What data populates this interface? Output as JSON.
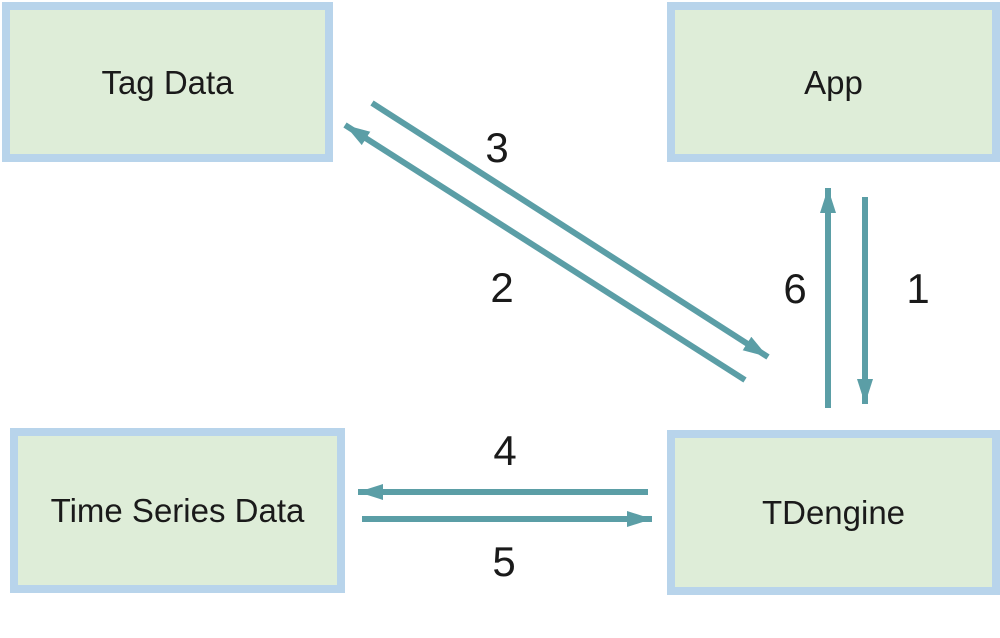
{
  "diagram": {
    "nodes": {
      "tag_data": {
        "label": "Tag Data"
      },
      "app": {
        "label": "App"
      },
      "time_series_data": {
        "label": "Time Series Data"
      },
      "tdengine": {
        "label": "TDengine"
      }
    },
    "edges": [
      {
        "label": "1",
        "from": "App",
        "to": "TDengine",
        "direction": "down"
      },
      {
        "label": "2",
        "from": "TDengine",
        "to": "Tag Data",
        "direction": "up-left"
      },
      {
        "label": "3",
        "from": "Tag Data",
        "to": "TDengine",
        "direction": "down-right"
      },
      {
        "label": "4",
        "from": "TDengine",
        "to": "Time Series Data",
        "direction": "left"
      },
      {
        "label": "5",
        "from": "Time Series Data",
        "to": "TDengine",
        "direction": "right"
      },
      {
        "label": "6",
        "from": "TDengine",
        "to": "App",
        "direction": "up"
      }
    ],
    "colors": {
      "arrow": "#5B9EA6",
      "box_fill": "#DEEDD8",
      "box_border": "#B8D4EB",
      "label_text": "#1A1A1A"
    }
  }
}
